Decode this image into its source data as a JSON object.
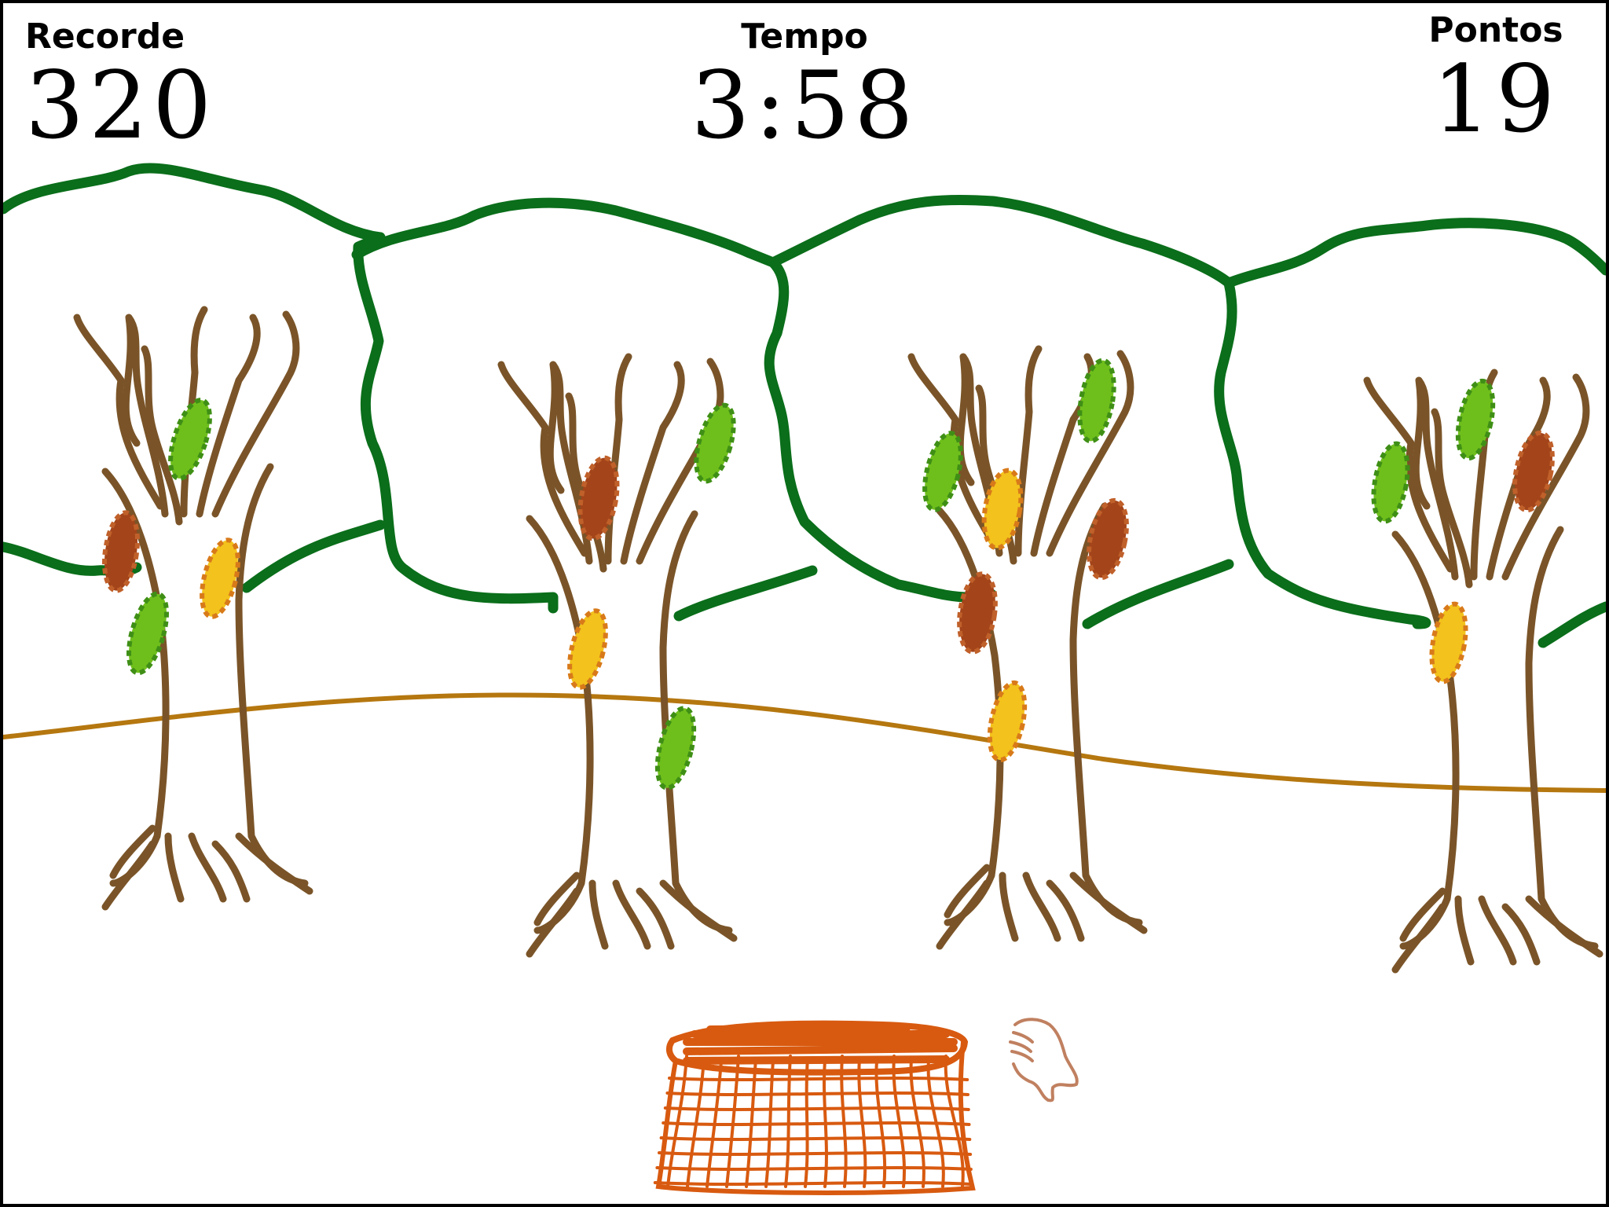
{
  "hud": {
    "record_label": "Recorde",
    "record_value": "320",
    "time_label": "Tempo",
    "time_value": "3:58",
    "score_label": "Pontos",
    "score_value": "19"
  },
  "colors": {
    "canopy": "#0a6e1a",
    "trunk": "#7a5428",
    "ground": "#b5770f",
    "fruit_green": "#6fbf1c",
    "fruit_yellow": "#f3c21c",
    "fruit_brown": "#a3441a",
    "basket": "#d85a10",
    "hand": "#c08060"
  },
  "trees": [
    {
      "fruits": [
        {
          "color": "green"
        },
        {
          "color": "brown"
        },
        {
          "color": "yellow"
        },
        {
          "color": "green"
        }
      ]
    },
    {
      "fruits": [
        {
          "color": "green"
        },
        {
          "color": "brown"
        },
        {
          "color": "yellow"
        },
        {
          "color": "green"
        }
      ]
    },
    {
      "fruits": [
        {
          "color": "green"
        },
        {
          "color": "green"
        },
        {
          "color": "yellow"
        },
        {
          "color": "brown"
        },
        {
          "color": "brown"
        },
        {
          "color": "yellow"
        }
      ]
    },
    {
      "fruits": [
        {
          "color": "green"
        },
        {
          "color": "green"
        },
        {
          "color": "brown"
        },
        {
          "color": "yellow"
        }
      ]
    }
  ],
  "basket": {
    "name": "basket-icon"
  },
  "cursor": {
    "name": "hand-cursor-icon"
  }
}
